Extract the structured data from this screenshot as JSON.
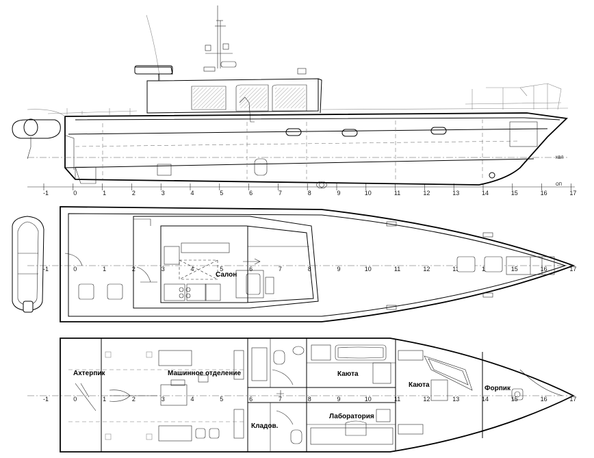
{
  "frame_numbers": [
    "-1",
    "0",
    "1",
    "2",
    "3",
    "4",
    "5",
    "6",
    "7",
    "8",
    "9",
    "10",
    "11",
    "12",
    "13",
    "14",
    "15",
    "16",
    "17"
  ],
  "profile": {
    "baseline_label": "ОП",
    "waterline_label": "КВЛ"
  },
  "deck_plan": {
    "labels": {
      "salon": "Салон"
    }
  },
  "lower_deck": {
    "labels": {
      "afterpeak": "Ахтерпик",
      "engine_room": "Машинное отделение",
      "cabin_aft": "Каюта",
      "cabin_fwd": "Каюта",
      "laboratory": "Лаборатория",
      "storeroom": "Кладов.",
      "forepeak": "Форпик"
    }
  },
  "icons": [
    "inflatable-boat-icon",
    "anchor-icon",
    "hatch-icon",
    "toilet-icon",
    "bunk-icon"
  ]
}
